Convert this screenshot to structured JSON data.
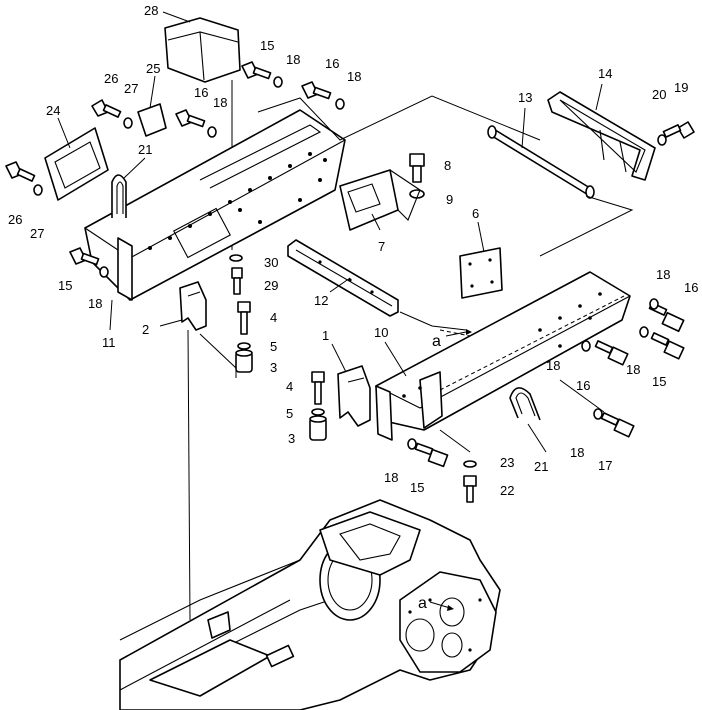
{
  "diagram": {
    "callouts": [
      {
        "id": "c28",
        "text": "28"
      },
      {
        "id": "c15a",
        "text": "15"
      },
      {
        "id": "c18a",
        "text": "18"
      },
      {
        "id": "c26a",
        "text": "26"
      },
      {
        "id": "c27a",
        "text": "27"
      },
      {
        "id": "c25",
        "text": "25"
      },
      {
        "id": "c16a",
        "text": "16"
      },
      {
        "id": "c18b",
        "text": "18"
      },
      {
        "id": "c16b",
        "text": "16"
      },
      {
        "id": "c18c",
        "text": "18"
      },
      {
        "id": "c14",
        "text": "14"
      },
      {
        "id": "c13",
        "text": "13"
      },
      {
        "id": "c20",
        "text": "20"
      },
      {
        "id": "c19",
        "text": "19"
      },
      {
        "id": "c24",
        "text": "24"
      },
      {
        "id": "c21a",
        "text": "21"
      },
      {
        "id": "c8",
        "text": "8"
      },
      {
        "id": "c9",
        "text": "9"
      },
      {
        "id": "c26b",
        "text": "26"
      },
      {
        "id": "c27b",
        "text": "27"
      },
      {
        "id": "c7",
        "text": "7"
      },
      {
        "id": "c6",
        "text": "6"
      },
      {
        "id": "c30",
        "text": "30"
      },
      {
        "id": "c15b",
        "text": "15"
      },
      {
        "id": "c18d",
        "text": "18"
      },
      {
        "id": "c29",
        "text": "29"
      },
      {
        "id": "c12",
        "text": "12"
      },
      {
        "id": "c18e",
        "text": "18"
      },
      {
        "id": "c16c",
        "text": "16"
      },
      {
        "id": "c2",
        "text": "2"
      },
      {
        "id": "c4a",
        "text": "4"
      },
      {
        "id": "c11",
        "text": "11"
      },
      {
        "id": "c5a",
        "text": "5"
      },
      {
        "id": "c1",
        "text": "1"
      },
      {
        "id": "c10",
        "text": "10"
      },
      {
        "id": "ca1",
        "text": "a"
      },
      {
        "id": "c3a",
        "text": "3"
      },
      {
        "id": "c18f",
        "text": "18"
      },
      {
        "id": "c18g",
        "text": "18"
      },
      {
        "id": "c16d",
        "text": "16"
      },
      {
        "id": "c15c",
        "text": "15"
      },
      {
        "id": "c4b",
        "text": "4"
      },
      {
        "id": "c5b",
        "text": "5"
      },
      {
        "id": "c3b",
        "text": "3"
      },
      {
        "id": "c21b",
        "text": "21"
      },
      {
        "id": "c18h",
        "text": "18"
      },
      {
        "id": "c17",
        "text": "17"
      },
      {
        "id": "c18i",
        "text": "18"
      },
      {
        "id": "c15d",
        "text": "15"
      },
      {
        "id": "c23",
        "text": "23"
      },
      {
        "id": "c22",
        "text": "22"
      },
      {
        "id": "ca2",
        "text": "a"
      }
    ]
  }
}
